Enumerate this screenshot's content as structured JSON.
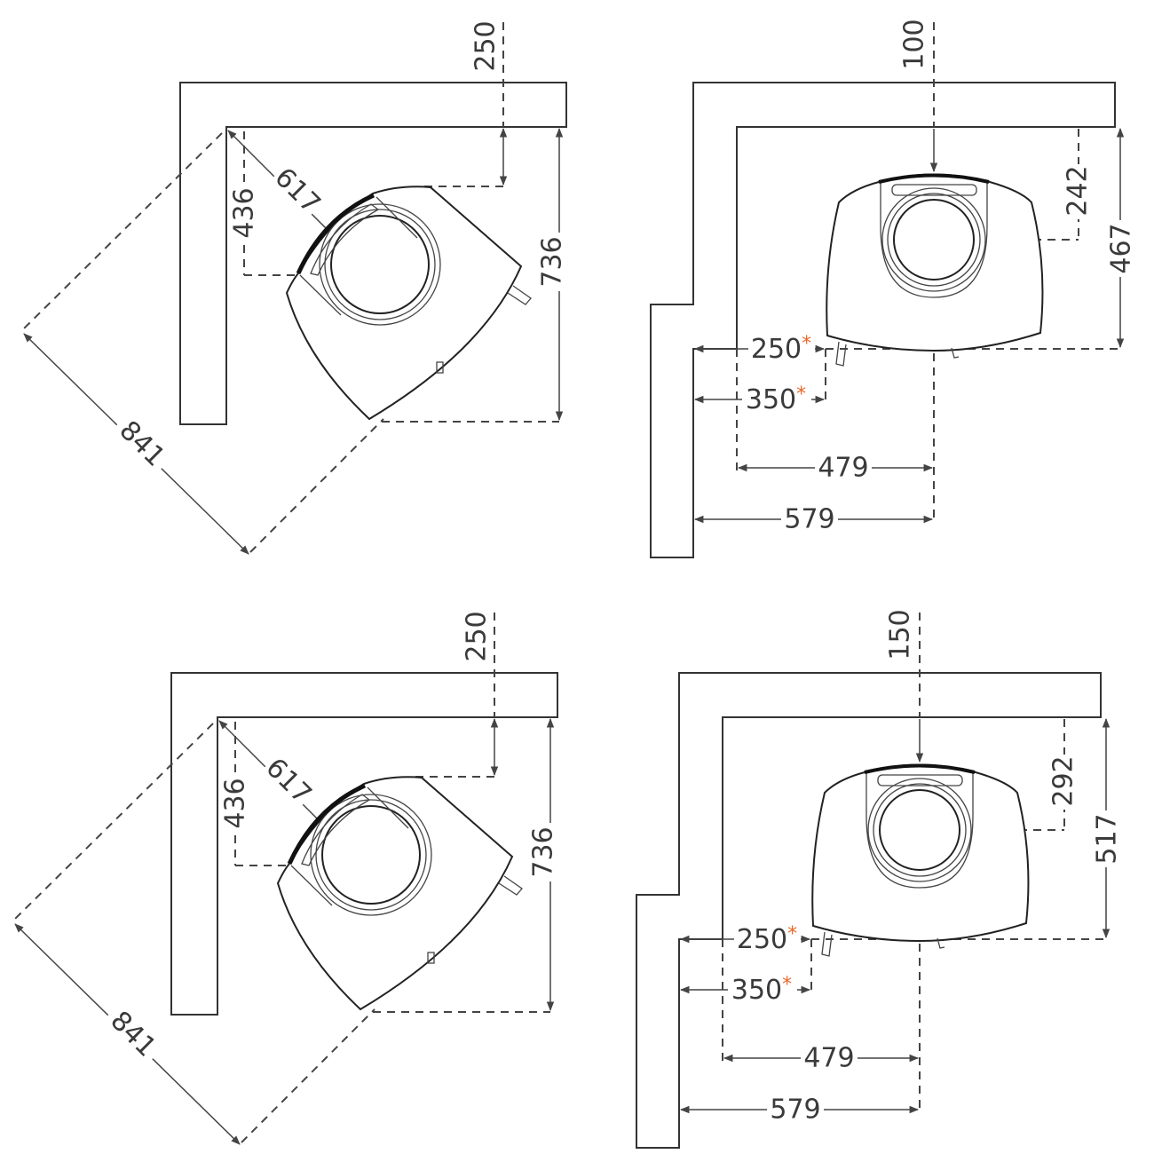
{
  "title": "Stove corner and wall installation clearance diagrams (mm)",
  "colors": {
    "line": "#333333",
    "text": "#3a3a3a",
    "asterisk": "#e8692a"
  },
  "panels": [
    {
      "type": "corner",
      "top_clearance": "250",
      "side_offset": "436",
      "diagonal": "617",
      "depth": "736",
      "width": "841"
    },
    {
      "type": "wall",
      "top_clearance": "100",
      "center_depth": "242",
      "total_depth": "467",
      "side_near": "250",
      "side_far": "350",
      "asterisk": "*",
      "center_near": "479",
      "center_far": "579"
    },
    {
      "type": "corner",
      "top_clearance": "250",
      "side_offset": "436",
      "diagonal": "617",
      "depth": "736",
      "width": "841"
    },
    {
      "type": "wall",
      "top_clearance": "150",
      "center_depth": "292",
      "total_depth": "517",
      "side_near": "250",
      "side_far": "350",
      "asterisk": "*",
      "center_near": "479",
      "center_far": "579"
    }
  ]
}
